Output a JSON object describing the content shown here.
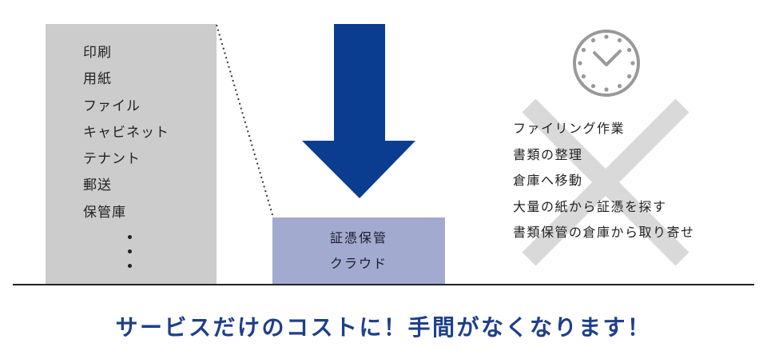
{
  "traditional_costs": {
    "items": [
      "印刷",
      "用紙",
      "ファイル",
      "キャビネット",
      "テナント",
      "郵送",
      "保管庫"
    ]
  },
  "cloud_storage": {
    "line1": "証憑保管",
    "line2": "クラウド"
  },
  "eliminated_tasks": {
    "items": [
      "ファイリング作業",
      "書類の整理",
      "倉庫へ移動",
      "大量の紙から証憑を探す",
      "書類保管の倉庫から取り寄せ"
    ]
  },
  "slogan": "サービスだけのコストに！手間がなくなります！",
  "colors": {
    "gray_box": "#cccccc",
    "arrow": "#0a3d8f",
    "cloud_box": "#a3aacf",
    "x_mark": "#d9d9d9",
    "clock": "#999999",
    "slogan": "#1e3f8a"
  },
  "icons": {
    "clock": "clock-icon",
    "cross": "cross-icon",
    "arrow": "down-arrow-icon"
  }
}
